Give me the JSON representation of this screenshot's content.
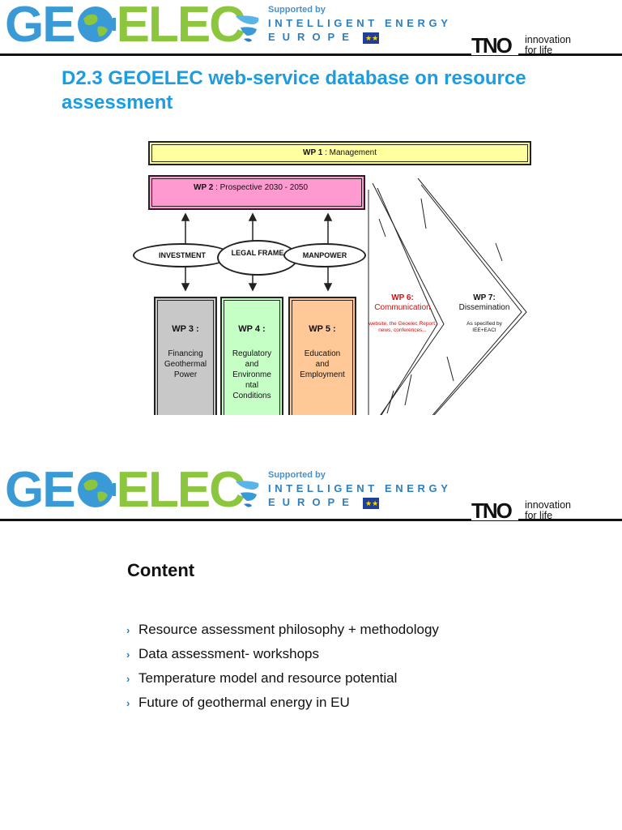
{
  "header": {
    "logo_geo": "GE",
    "logo_elec": "ELEC",
    "supported_by": "Supported by",
    "programme_line1": "INTELLIGENT ENERGY",
    "programme_line2": "EUROPE",
    "partner": "TNO",
    "partner_tagline_1": "innovation",
    "partner_tagline_2": "for life"
  },
  "slide1": {
    "title": "D2.3 GEOELEC web-service database on resource assessment",
    "diagram": {
      "wp1": {
        "num": "WP 1",
        "name": ": Management"
      },
      "wp2": {
        "num": "WP 2",
        "name": ": Prospective 2030 - 2050"
      },
      "links": [
        "INVESTMENT",
        "LEGAL FRAME",
        "MANPOWER"
      ],
      "wp3": {
        "head": "WP 3 :",
        "body": "Financing Geothermal Power"
      },
      "wp4": {
        "head": "WP 4 :",
        "body": "Regulatory and Environme ntal Conditions"
      },
      "wp5": {
        "head": "WP 5 :",
        "body": "Education and Employment"
      },
      "wp6": {
        "head": "WP 6:",
        "sub": "Communication",
        "note": "website, the Geoelec Report, news, conferences..."
      },
      "wp7": {
        "head": "WP 7:",
        "sub": "Dissemination",
        "note": "As specified by IEE+EACI"
      }
    }
  },
  "slide2": {
    "title": "Content",
    "bullets": [
      "Resource assessment philosophy + methodology",
      "Data assessment- workshops",
      "Temperature model and resource potential",
      "Future of geothermal energy in EU"
    ]
  },
  "colors": {
    "title_blue": "#1a9de1",
    "logo_blue": "#3a9ad6",
    "logo_green": "#8cc63f",
    "wp1_yellow": "#ffffa0",
    "wp2_pink": "#ff9ad0",
    "wp3_grey": "#c8c8c8",
    "wp4_green": "#c6ffc6",
    "wp5_orange": "#ffc896",
    "wp6_red": "#d01010"
  }
}
